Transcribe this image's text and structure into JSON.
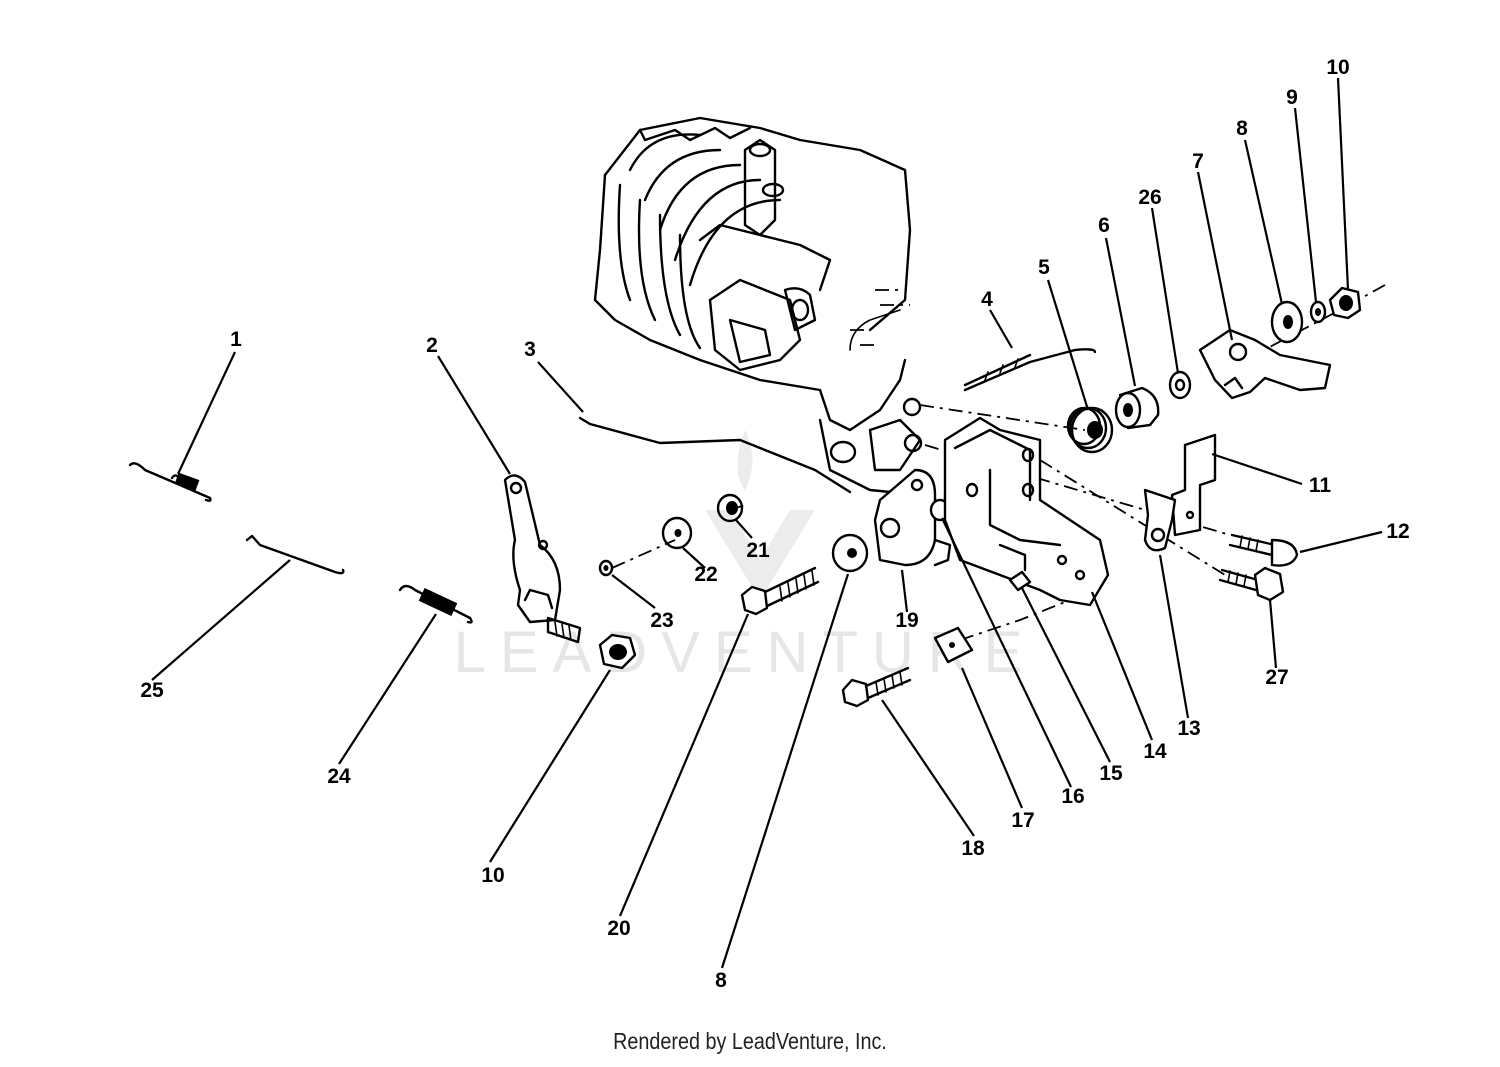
{
  "watermark": "LEADVENTURE",
  "footer": "Rendered by LeadVenture, Inc.",
  "callouts": [
    "1",
    "2",
    "3",
    "4",
    "5",
    "6",
    "26",
    "7",
    "8",
    "9",
    "10",
    "11",
    "12",
    "27",
    "13",
    "14",
    "15",
    "16",
    "17",
    "18",
    "19",
    "8",
    "20",
    "10",
    "24",
    "25",
    "21",
    "22",
    "23"
  ]
}
